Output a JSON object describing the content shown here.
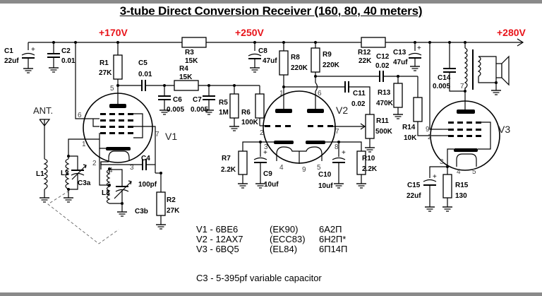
{
  "title": "3-tube Direct Conversion Receiver (160, 80, 40 meters)",
  "colors": {
    "voltage_label": "#e8141a",
    "wire": "#000000",
    "frame": "#8a8a8a"
  },
  "voltages": {
    "v1": "+170V",
    "v2": "+250V",
    "v3": "+280V"
  },
  "antenna_label": "ANT.",
  "tubes": {
    "v1": "V1",
    "v2": "V2",
    "v3": "V3"
  },
  "components": {
    "c1": {
      "ref": "C1",
      "value": "22uf"
    },
    "c2": {
      "ref": "C2",
      "value": "0.01"
    },
    "r1": {
      "ref": "R1",
      "value": "27K"
    },
    "c5": {
      "ref": "C5",
      "value": "0.01"
    },
    "r3": {
      "ref": "R3",
      "value": "15K"
    },
    "r4": {
      "ref": "R4",
      "value": "15K"
    },
    "c6": {
      "ref": "C6",
      "value": "0.005"
    },
    "c7": {
      "ref": "C7",
      "value": "0.005"
    },
    "r5": {
      "ref": "R5",
      "value": "1M"
    },
    "r6": {
      "ref": "R6",
      "value": "100K"
    },
    "c8": {
      "ref": "C8",
      "value": "47uf"
    },
    "r8": {
      "ref": "R8",
      "value": "220K"
    },
    "r9": {
      "ref": "R9",
      "value": "220K"
    },
    "r12": {
      "ref": "R12",
      "value": "22K"
    },
    "c12": {
      "ref": "C12",
      "value": "0.02"
    },
    "c13": {
      "ref": "C13",
      "value": "47uf"
    },
    "c11": {
      "ref": "C11",
      "value": "0.02"
    },
    "r13": {
      "ref": "R13",
      "value": "470K"
    },
    "r11": {
      "ref": "R11",
      "value": "500K"
    },
    "r14": {
      "ref": "R14",
      "value": "10K"
    },
    "c14": {
      "ref": "C14",
      "value": "0.005"
    },
    "r7": {
      "ref": "R7",
      "value": "2.2K"
    },
    "c9": {
      "ref": "C9",
      "value": "10uf"
    },
    "c10": {
      "ref": "C10",
      "value": "10uf"
    },
    "r10": {
      "ref": "R10",
      "value": "2.2K"
    },
    "c15": {
      "ref": "C15",
      "value": "22uf"
    },
    "r15": {
      "ref": "R15",
      "value": "130"
    },
    "l1": {
      "ref": "L1"
    },
    "l2": {
      "ref": "L2"
    },
    "l3": {
      "ref": "L3"
    },
    "c3a": {
      "ref": "C3a"
    },
    "c3b": {
      "ref": "C3b"
    },
    "c4": {
      "ref": "C4",
      "value": "100pf"
    },
    "r2": {
      "ref": "R2",
      "value": "27K"
    }
  },
  "pins": {
    "v1": [
      "5",
      "6",
      "1",
      "7",
      "2",
      "4",
      "3"
    ],
    "v2": [
      "1",
      "6",
      "2",
      "7",
      "3",
      "8",
      "4",
      "9",
      "5"
    ],
    "v3": [
      "7",
      "9",
      "2",
      "3",
      "4",
      "5"
    ]
  },
  "legend": {
    "rows": [
      {
        "tube": "V1 - 6BE6",
        "euro": "(EK90)",
        "russian": "6А2П"
      },
      {
        "tube": "V2 - 12AX7",
        "euro": "(ECC83)",
        "russian": "6Н2П*"
      },
      {
        "tube": "V3 - 6BQ5",
        "euro": "(EL84)",
        "russian": "6П14П"
      }
    ],
    "footnote": "C3 - 5-395pf  variable capacitor"
  }
}
